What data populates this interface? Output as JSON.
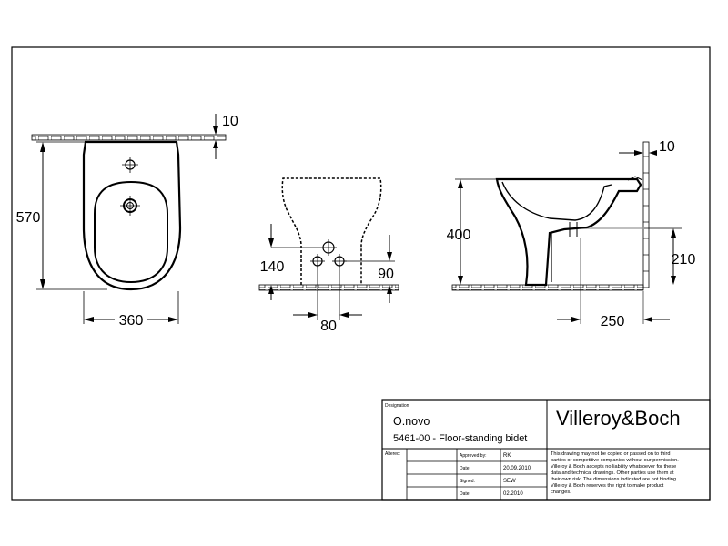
{
  "dimensions": {
    "top_view": {
      "wall_thickness": "10",
      "height": "570",
      "width": "360"
    },
    "front_view": {
      "supply_height": "140",
      "drain_height": "90",
      "spacing": "80"
    },
    "side_view": {
      "wall_thickness": "10",
      "height": "400",
      "drain_height": "210",
      "depth": "250"
    }
  },
  "title_block": {
    "designation_label": "Designation",
    "product_name": "O.novo",
    "product_description": "5461-00 - Floor-standing bidet",
    "brand": "Villeroy&Boch",
    "altered_label": "Altered:",
    "rows": [
      {
        "label": "Approved by:",
        "value": "RK"
      },
      {
        "label": "Date:",
        "value": "20.09.2010"
      },
      {
        "label": "Signed:",
        "value": "SEW"
      },
      {
        "label": "Date:",
        "value": "02.2010"
      }
    ],
    "disclaimer": [
      "This drawing may not be copied or passed on to third",
      "parties or competitive companies without our permission.",
      "Villeroy & Boch accepts no liability whatsoever for these",
      "data and technical drawings. Other parties use them at",
      "their own risk. The dimensions indicated are not binding.",
      "Villeroy & Boch reserves the right to make product",
      "changes."
    ]
  }
}
